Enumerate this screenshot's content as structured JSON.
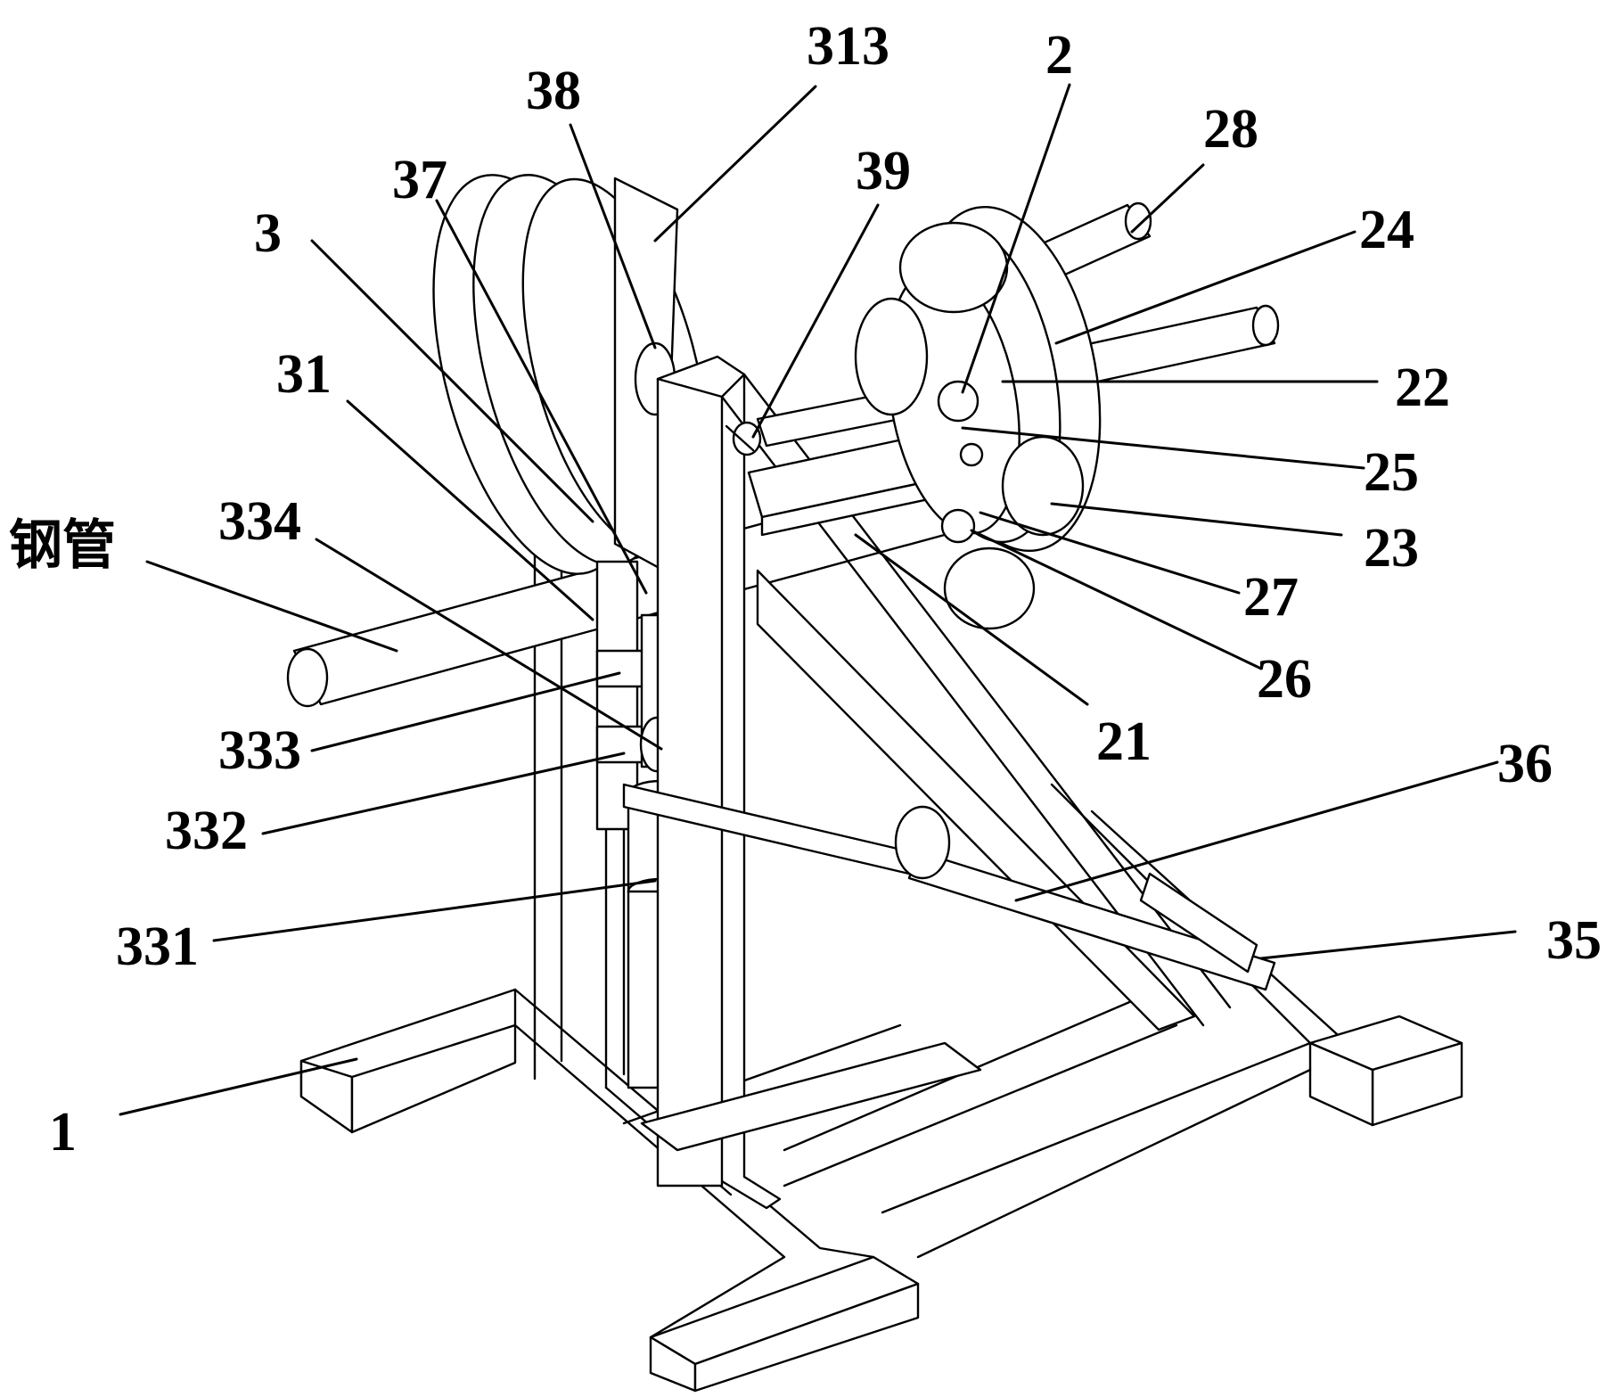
{
  "labels": [
    {
      "id": "l313",
      "text": "313"
    },
    {
      "id": "l2",
      "text": "2"
    },
    {
      "id": "l38",
      "text": "38"
    },
    {
      "id": "l28",
      "text": "28"
    },
    {
      "id": "l37",
      "text": "37"
    },
    {
      "id": "l39",
      "text": "39"
    },
    {
      "id": "l3",
      "text": "3"
    },
    {
      "id": "l24",
      "text": "24"
    },
    {
      "id": "l31",
      "text": "31"
    },
    {
      "id": "l22",
      "text": "22"
    },
    {
      "id": "l25",
      "text": "25"
    },
    {
      "id": "l334",
      "text": "334"
    },
    {
      "id": "lpipe",
      "text": "钢管"
    },
    {
      "id": "l23",
      "text": "23"
    },
    {
      "id": "l27",
      "text": "27"
    },
    {
      "id": "l26",
      "text": "26"
    },
    {
      "id": "l333",
      "text": "333"
    },
    {
      "id": "l21",
      "text": "21"
    },
    {
      "id": "l36",
      "text": "36"
    },
    {
      "id": "l332",
      "text": "332"
    },
    {
      "id": "l331",
      "text": "331"
    },
    {
      "id": "l35",
      "text": "35"
    },
    {
      "id": "l1",
      "text": "1"
    }
  ]
}
